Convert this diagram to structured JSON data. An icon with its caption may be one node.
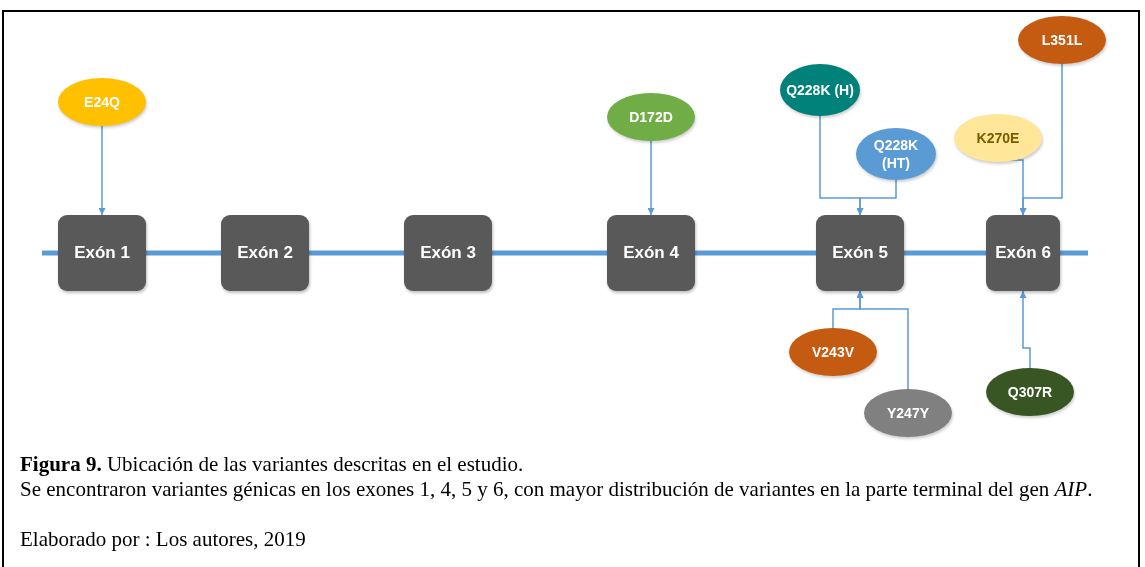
{
  "diagram": {
    "caption": "**Figura 9.** Ubicación de las variantes descritas en el estudio.",
    "nodes": [
      {
        "text": [
          "Exón 1"
        ]
      },
      {
        "text": [
          "Exón 2"
        ]
      },
      {
        "text": [
          "Exón 3"
        ]
      },
      {
        "text": [
          "Exón 4"
        ]
      },
      {
        "text": [
          "Exón 5"
        ]
      },
      {
        "text": [
          "Exón 6"
        ]
      },
      {
        "text": [
          "E24Q"
        ]
      },
      {
        "text": [
          "D172D"
        ]
      },
      {
        "text": [
          "Q228K (H)"
        ]
      },
      {
        "text": [
          "Q228K (HT)"
        ]
      },
      {
        "text": [
          "K270E"
        ]
      },
      {
        "text": [
          "L351L"
        ]
      },
      {
        "text": [
          "V243V"
        ]
      },
      {
        "text": [
          "Y247Y"
        ]
      },
      {
        "text": [
          "Q307R"
        ]
      }
    ],
    "edges": [
      {
        "from": null,
        "to": 0,
        "arrow": "none",
        "style": "thick"
      },
      {
        "from": 0,
        "to": 1,
        "arrow": "none",
        "style": "thick"
      },
      {
        "from": 1,
        "to": 2,
        "arrow": "none",
        "style": "thick"
      },
      {
        "from": 2,
        "to": 3,
        "arrow": "none",
        "style": "thick"
      },
      {
        "from": 3,
        "to": 4,
        "arrow": "none",
        "style": "thick"
      },
      {
        "from": 4,
        "to": 5,
        "arrow": "none",
        "style": "thick"
      },
      {
        "from": 5,
        "to": null,
        "arrow": "none",
        "style": "thick"
      },
      {
        "from": 6,
        "to": 0,
        "arrow": "to"
      },
      {
        "from": 7,
        "to": 3,
        "arrow": "to"
      },
      {
        "from": 8,
        "to": 4,
        "arrow": "to"
      },
      {
        "from": 9,
        "to": 4,
        "arrow": "to"
      },
      {
        "from": 10,
        "to": 5,
        "arrow": "to"
      },
      {
        "from": 11,
        "to": 5,
        "arrow": "to"
      },
      {
        "from": 12,
        "to": 4,
        "arrow": "to"
      },
      {
        "from": 13,
        "to": 4,
        "arrow": "to"
      },
      {
        "from": 14,
        "to": 5,
        "arrow": "to"
      }
    ],
    "labels": [
      "Se encontraron variantes génicas en los exones 1, 4, 5 y 6, con mayor distribución de variantes en la parte terminal del gen *AIP*.",
      "Elaborado por : Los autores, 2019"
    ]
  }
}
